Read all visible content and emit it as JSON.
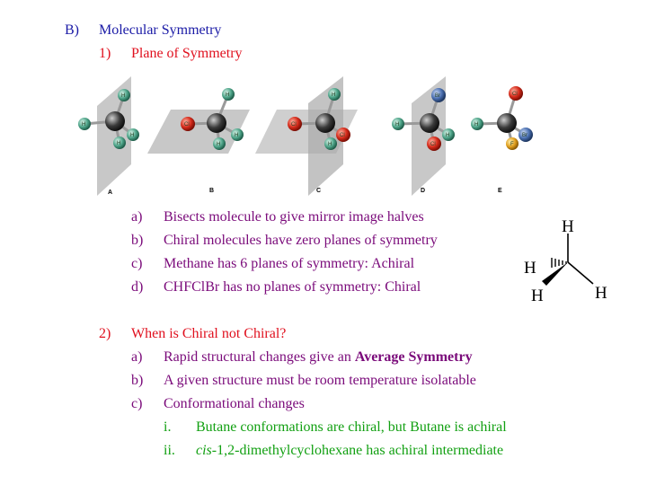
{
  "heading": {
    "marker": "B)",
    "text": "Molecular Symmetry"
  },
  "section1": {
    "marker": "1)",
    "text": "Plane of Symmetry"
  },
  "figure": {
    "panels": [
      {
        "label": "A",
        "atoms": [
          "H",
          "H",
          "H",
          "H"
        ]
      },
      {
        "label": "B",
        "atoms": [
          "H",
          "Cl",
          "H",
          "H"
        ]
      },
      {
        "label": "C",
        "atoms": [
          "H",
          "Cl",
          "Cl",
          "H"
        ]
      },
      {
        "label": "D",
        "atoms": [
          "Br",
          "H",
          "Cl",
          "H"
        ]
      },
      {
        "label": "E",
        "atoms": [
          "Cl",
          "H",
          "Br",
          "F"
        ]
      }
    ],
    "colors": {
      "carbon": "#3a3a3a",
      "hydrogen": "#4fa58a",
      "chlorine": "#d42a1a",
      "bromine": "#4a6fb0",
      "fluorine": "#e0a020",
      "plane": "#b5b5b5"
    }
  },
  "list1": [
    {
      "marker": "a)",
      "text": "Bisects molecule to give mirror image halves"
    },
    {
      "marker": "b)",
      "text": "Chiral molecules have zero planes of symmetry"
    },
    {
      "marker": "c)",
      "text": "Methane has 6 planes of symmetry: Achiral"
    },
    {
      "marker": "d)",
      "text": "CHFClBr has no planes of symmetry: Chiral"
    }
  ],
  "methane": {
    "top": "H",
    "left": "H",
    "bottom": "H",
    "right": "H"
  },
  "section2": {
    "marker": "2)",
    "text": "When is Chiral not Chiral?"
  },
  "list2": [
    {
      "marker": "a)",
      "prefix": "Rapid structural changes give an ",
      "bold": "Average Symmetry"
    },
    {
      "marker": "b)",
      "text": "A given structure must be room temperature isolatable"
    },
    {
      "marker": "c)",
      "text": "Conformational changes"
    }
  ],
  "sublist": [
    {
      "marker": "i.",
      "text": "Butane conformations are chiral, but Butane is achiral"
    },
    {
      "marker": "ii.",
      "italic": "cis",
      "rest": "-1,2-dimethylcyclohexane has achiral intermediate"
    }
  ]
}
